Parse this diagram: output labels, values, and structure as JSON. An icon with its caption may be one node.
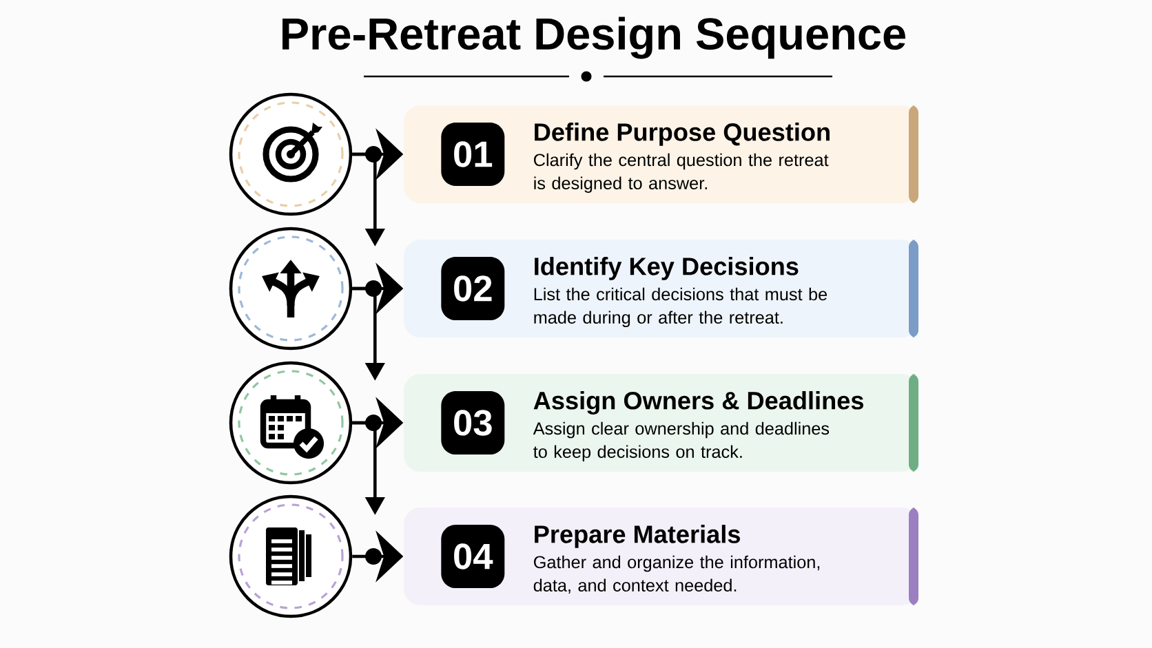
{
  "diagram": {
    "title": "Pre-Retreat Design Sequence",
    "nodes": [
      {
        "text": [],
        "shape": "circle"
      },
      {
        "text": [
          "Define Purpose Question",
          "Clarify the central question the retreat is designed to answer."
        ]
      },
      {
        "text": [
          "01"
        ],
        "in": 1
      },
      {
        "text": [],
        "shape": "circle"
      },
      {
        "text": [
          "Identify Key Decisions",
          "List the critical decisions that must be made during or after the retreat."
        ]
      },
      {
        "text": [
          "02"
        ],
        "in": 4
      },
      {
        "text": [],
        "shape": "circle"
      },
      {
        "text": [
          "Assign Owners & Deadlines",
          "Assign clear ownership and deadlines to keep decisions on track."
        ]
      },
      {
        "text": [
          "03"
        ],
        "in": 7
      },
      {
        "text": [],
        "shape": "circle"
      },
      {
        "text": [
          "Prepare Materials",
          "Gather and organize the information, data, and context needed."
        ]
      },
      {
        "text": [
          "04"
        ],
        "in": 10
      }
    ],
    "edges": [
      {
        "from": 0,
        "to": 1,
        "arrow": "to"
      },
      {
        "from": 0,
        "to": null,
        "arrow": "to"
      },
      {
        "from": 3,
        "to": 4,
        "arrow": "to"
      },
      {
        "from": 3,
        "to": null,
        "arrow": "to"
      },
      {
        "from": 6,
        "to": 7,
        "arrow": "to"
      },
      {
        "from": 6,
        "to": null,
        "arrow": "to"
      },
      {
        "from": 9,
        "to": 10,
        "arrow": "to"
      }
    ]
  }
}
